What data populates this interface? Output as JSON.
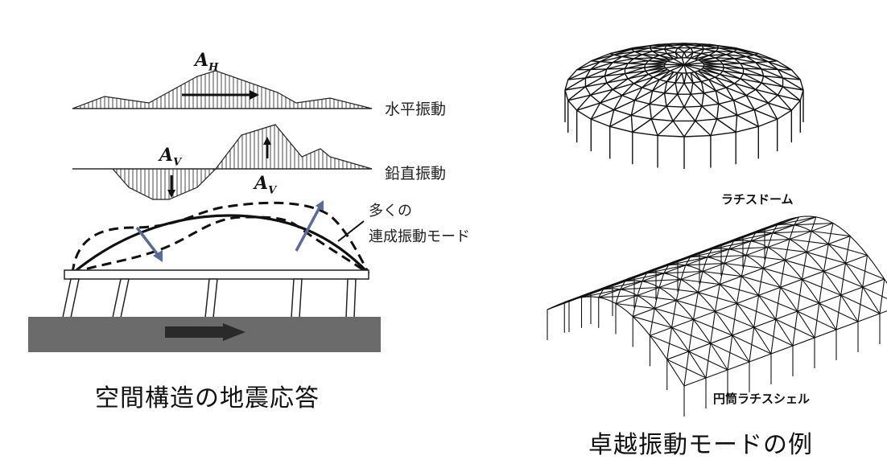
{
  "left": {
    "ah_symbol": "A",
    "ah_sub": "H",
    "av_symbol_1": "A",
    "av_sub_1": "V",
    "av_symbol_2": "A",
    "av_sub_2": "V",
    "horizontal_label": "水平振動",
    "vertical_label": "鉛直振動",
    "modes_label_line1": "多くの",
    "modes_label_line2": "連成振動モード",
    "caption": "空間構造の地震応答"
  },
  "right": {
    "dome_label": "ラチスドーム",
    "cylinder_label": "円筒ラチスシェル",
    "caption": "卓越振動モードの例"
  },
  "colors": {
    "arrow_blue": "#5a6a9a",
    "ground": "#6b6b6b",
    "ground_arrow": "#2a2a2a"
  }
}
